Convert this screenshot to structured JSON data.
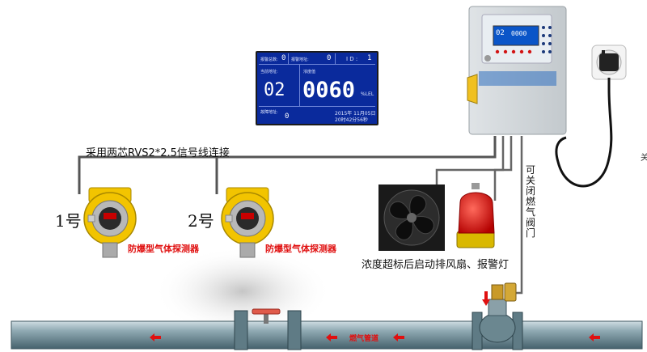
{
  "lcd": {
    "label_alarm_total": "报警总数:",
    "alarm_total": "0",
    "label_alarm_addr": "报警地址:",
    "alarm_addr": "0",
    "id_label": "I D :",
    "id_value": "1",
    "label_current_addr": "当前地址:",
    "label_conc": "浓度值",
    "current_addr": "02",
    "concentration": "0060",
    "unit": "%LEL",
    "label_fault_addr": "故障地址:",
    "fault_addr": "0",
    "date": "2015年 11月05日",
    "time": "20时42分56秒"
  },
  "controller": {
    "screen_addr": "02",
    "screen_value": "0000"
  },
  "wiring_label": "采用两芯RVS2*2.5信号线连接",
  "detectors": [
    {
      "number": "1号",
      "label": "防爆型气体探测器"
    },
    {
      "number": "2号",
      "label": "防爆型气体探测器"
    }
  ],
  "fan_caption": "浓度超标后启动排风扇、报警灯",
  "valve_caption": "可关闭燃气阀门",
  "pipe_label": "燃气管道",
  "edge_glyph": "关",
  "colors": {
    "lcd_bg": "#0a2a9c",
    "detector_yellow": "#f2c400",
    "alarm_red": "#e01010",
    "pipe": "#6f8c96"
  }
}
